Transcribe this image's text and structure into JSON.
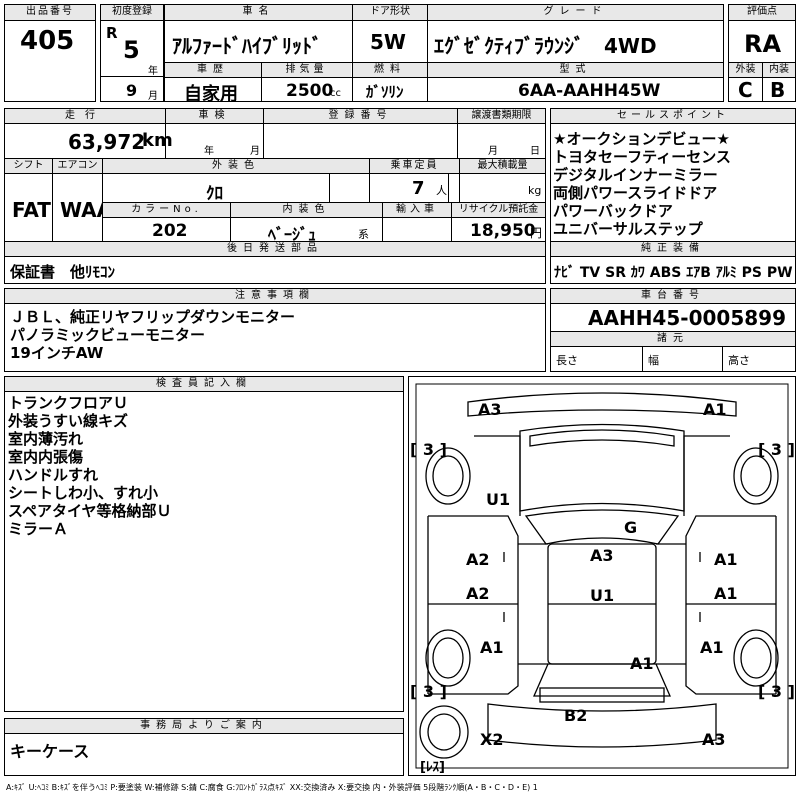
{
  "headers": {
    "lot_no": "出品番号",
    "first_reg": "初度登録",
    "car_name": "車名",
    "door": "ドア形状",
    "grade": "グレード",
    "score": "評価点",
    "history": "車歴",
    "displacement": "排気量",
    "fuel": "燃料",
    "model_code": "型式",
    "exterior": "外装",
    "interior": "内装",
    "mileage": "走行",
    "inspection": "車検",
    "reg_no": "登録番号",
    "transfer_doc": "譲渡書類期限",
    "sales_points": "セールスポイント",
    "shift": "シフト",
    "aircon": "エアコン",
    "ext_color": "外装色",
    "capacity": "乗車定員",
    "max_load": "最大積載量",
    "color_no": "カラーNo.",
    "int_color": "内装色",
    "import": "輸入車",
    "recycle": "リサイクル預託金",
    "post_send": "後日発送部品",
    "equipment": "純正装備",
    "notes": "注意事項欄",
    "chassis_no": "車台番号",
    "specs": "諸元",
    "inspector": "検査員記入欄",
    "office": "事務局よりご案内"
  },
  "lot_no": "405",
  "first_reg": {
    "era": "R",
    "year": "5",
    "year_unit": "年",
    "month": "9",
    "month_unit": "月"
  },
  "car_name": "ｱﾙﾌｧｰﾄﾞﾊｲﾌﾞﾘｯﾄﾞ",
  "door": "5W",
  "grade": "ｴｸﾞｾﾞｸﾃｨﾌﾞﾗｳﾝｼﾞ　4WD",
  "score": "RA",
  "history": "自家用",
  "displacement": "2500",
  "displacement_unit": "cc",
  "fuel": "ｶﾞｿﾘﾝ",
  "model_code": "6AA-AAHH45W",
  "exterior_score": "C",
  "interior_score": "B",
  "mileage": "63,972",
  "mileage_unit": "km",
  "inspection_year": "年",
  "inspection_month": "月",
  "transfer_month": "月",
  "transfer_day": "日",
  "sales_points": [
    "★オークションデビュー★",
    "トヨタセーフティーセンス",
    "デジタルインナーミラー",
    "両側パワースライドドア",
    "パワーバックドア",
    "ユニバーサルステップ"
  ],
  "shift": "FAT",
  "aircon": "WAA",
  "ext_color": "ｸﾛ",
  "capacity": "7",
  "capacity_unit": "人",
  "max_load_unit": "kg",
  "color_no": "202",
  "int_color": "ﾍﾞｰｼﾞｭ",
  "int_color_unit": "系",
  "recycle": "18,950",
  "recycle_unit": "円",
  "post_send": "保証書　他ﾘﾓｺﾝ",
  "equipment": "ﾅﾋﾞ TV SR ｶﾜ ABS ｴｱB ｱﾙﾐ PS PW",
  "notes": [
    "ＪＢＬ、純正リヤフリップダウンモニター",
    "パノラミックビューモニター",
    "19インチAW"
  ],
  "chassis_no": "AAHH45-0005899",
  "spec_labels": {
    "length": "長さ",
    "width": "幅",
    "height": "高さ"
  },
  "inspector_notes": [
    "トランクフロアＵ",
    "外装うすい線キズ",
    "室内薄汚れ",
    "室内内張傷",
    "ハンドルすれ",
    "シートしわ小、すれ小",
    "スペアタイヤ等格納部Ｕ",
    "ミラーＡ"
  ],
  "office_note": "キーケース",
  "diagram_labels": {
    "front_left": "A3",
    "front_right": "A1",
    "bracket_tl": "[ 3 ]",
    "bracket_tr": "[ 3 ]",
    "bracket_bl": "[ 3 ]",
    "bracket_br": "[ 3 ]",
    "hood": "U1",
    "windshield": "G",
    "roof1": "A3",
    "roof2": "U1",
    "fl_door": "A2",
    "fr_door": "A1",
    "rl_door": "A2",
    "rr_door": "A1",
    "rl_fender": "A1",
    "rr_fender": "A1",
    "rear_roof": "A1",
    "rear_bumper": "B2",
    "rear_left": "X2",
    "rear_right": "A3",
    "spare": "[ﾚｽ]"
  },
  "legend": "A:ｷｽﾞ U:ﾍｺﾐ B:ｷｽﾞを伴うﾍｺﾐ P:要塗装 W:補修跡 S:錆 C:腐食 G:ﾌﾛﾝﾄｶﾞﾗｽ点ｷｽﾞ XX:交換済み X:要交換 内・外装評価 5段階ﾗﾝｸ順(A・B・C・D・E) 1"
}
